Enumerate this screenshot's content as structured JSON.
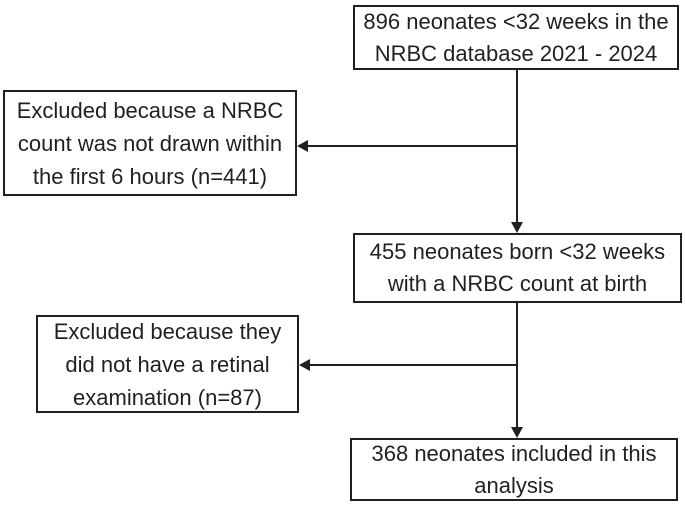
{
  "diagram": {
    "type": "flowchart",
    "background_color": "#ffffff",
    "line_color": "#231f20",
    "text_color": "#231f20",
    "boxes": {
      "top": {
        "lines": [
          "896 neonates <32 weeks in the",
          "NRBC database 2021 - 2024"
        ]
      },
      "excluded_nrbc": {
        "lines": [
          "Excluded because a NRBC",
          "count was not drawn within",
          "the first 6 hours (n=441)"
        ]
      },
      "middle": {
        "lines": [
          "455 neonates born <32 weeks",
          "with a NRBC count at birth"
        ]
      },
      "excluded_retinal": {
        "lines": [
          "Excluded because they",
          "did not have a retinal",
          "examination (n=87)"
        ]
      },
      "bottom": {
        "lines": [
          "368 neonates included in this",
          "analysis"
        ]
      }
    }
  }
}
